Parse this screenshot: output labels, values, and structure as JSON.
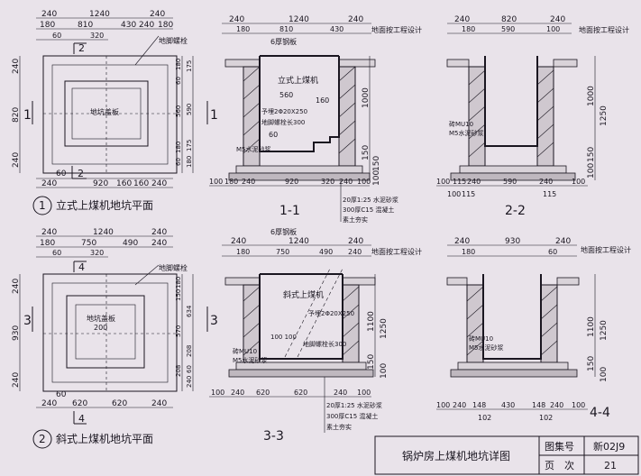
{
  "plan1": {
    "dims_top_row1": [
      "240",
      "1240",
      "240"
    ],
    "dims_top_row2": [
      "180",
      "810",
      "430",
      "240",
      "180"
    ],
    "dims_top_row3": [
      "60",
      "320"
    ],
    "section_mark_top": "2",
    "label_bolt": "地脚螺栓",
    "label_plate": "地坑盖板",
    "dims_left": [
      "240",
      "820",
      "240"
    ],
    "dims_right": [
      "180",
      "60",
      "560",
      "180",
      "60",
      "175",
      "590",
      "175",
      "180"
    ],
    "section_mark_left": "1",
    "section_mark_right": "1",
    "dims_bottom_row1": [
      "60"
    ],
    "dims_bottom_row2": [
      "240",
      "920",
      "160",
      "160",
      "240"
    ],
    "section_mark_bottom": "2",
    "title_num": "1",
    "title": "立式上煤机地坑平面"
  },
  "plan2": {
    "dims_top_row1": [
      "240",
      "1240",
      "240"
    ],
    "dims_top_row2": [
      "180",
      "750",
      "490",
      "240"
    ],
    "dims_top_row3": [
      "60",
      "320"
    ],
    "section_mark_top": "4",
    "label_bolt": "地脚螺栓",
    "label_plate": "地坑盖板",
    "label_200": "200",
    "dims_left": [
      "240",
      "930",
      "240"
    ],
    "dims_right": [
      "180",
      "150",
      "570",
      "208",
      "634",
      "208",
      "60",
      "240"
    ],
    "section_mark_left": "3",
    "section_mark_right": "3",
    "dims_bottom_row1": [
      "60"
    ],
    "dims_bottom_row2": [
      "240",
      "620",
      "620",
      "240"
    ],
    "section_mark_bottom": "4",
    "title_num": "2",
    "title": "斜式上煤机地坑平面"
  },
  "sec11": {
    "dims_top_row1": [
      "240",
      "1240",
      "240"
    ],
    "dims_top_row2": [
      "180",
      "810",
      "430"
    ],
    "label_plate": "6厚钢板",
    "label_ground": "地面按工程设计",
    "label_machine": "立式上煤机",
    "label_160": "160",
    "label_pipe": "予埋2Φ20X250",
    "label_bolt_len": "地脚螺栓长300",
    "label_mortar": "M5水泥砂浆",
    "dims_right": [
      "1000",
      "150",
      "150",
      "100"
    ],
    "dims_left_60": "60",
    "dims_left_560": "560",
    "dims_bottom": [
      "100",
      "180",
      "240",
      "920",
      "320",
      "240",
      "100"
    ],
    "title": "1-1",
    "notes": [
      "20厚1:25 水泥砂浆",
      "300厚C15 混凝土",
      "素土夯实"
    ]
  },
  "sec22": {
    "dims_top_row1": [
      "240",
      "820",
      "240"
    ],
    "dims_top_row2": [
      "180",
      "590",
      "100"
    ],
    "label_ground": "地面按工程设计",
    "label_brick": "砖MU10",
    "label_mortar": "M5水泥砂浆",
    "dims_right": [
      "1000",
      "1250",
      "150",
      "100"
    ],
    "dims_bottom": [
      "100",
      "115",
      "240",
      "590",
      "240",
      "100"
    ],
    "dims_bottom2": [
      "100",
      "115",
      "115"
    ],
    "title": "2-2"
  },
  "sec33": {
    "label_plate": "6厚钢板",
    "dims_top_row1": [
      "240",
      "1240",
      "240"
    ],
    "dims_top_row2": [
      "180",
      "750",
      "490",
      "240"
    ],
    "label_ground": "地面按工程设计",
    "label_machine": "斜式上煤机",
    "label_pipe": "予埋2Φ20X250",
    "label_bolt_len": "地脚螺栓长300",
    "label_brick": "砖MU10",
    "label_mortar": "M5水泥砂浆",
    "label_100": "100 100",
    "dims_right": [
      "1100",
      "1250",
      "150",
      "100"
    ],
    "dims_bottom": [
      "100",
      "240",
      "620",
      "620",
      "240",
      "100"
    ],
    "title": "3-3",
    "notes": [
      "20厚1:25 水泥砂浆",
      "300厚C15 混凝土",
      "素土夯实"
    ]
  },
  "sec44": {
    "dims_top_row1": [
      "240",
      "930",
      "240"
    ],
    "dims_top_row2": [
      "180",
      "60"
    ],
    "label_ground": "地面按工程设计",
    "label_brick": "砖MU10",
    "label_mortar": "M5水泥砂浆",
    "dims_right": [
      "1100",
      "1250",
      "150",
      "100"
    ],
    "dims_bottom": [
      "100",
      "240",
      "148",
      "430",
      "148",
      "240",
      "100"
    ],
    "dims_bottom2": [
      "102",
      "102"
    ],
    "title": "4-4"
  },
  "titleblock": {
    "title": "锅炉房上煤机地坑详图",
    "atlas_label": "图集号",
    "atlas_value": "新02J9",
    "page_label": "页　次",
    "page_value": "21"
  }
}
